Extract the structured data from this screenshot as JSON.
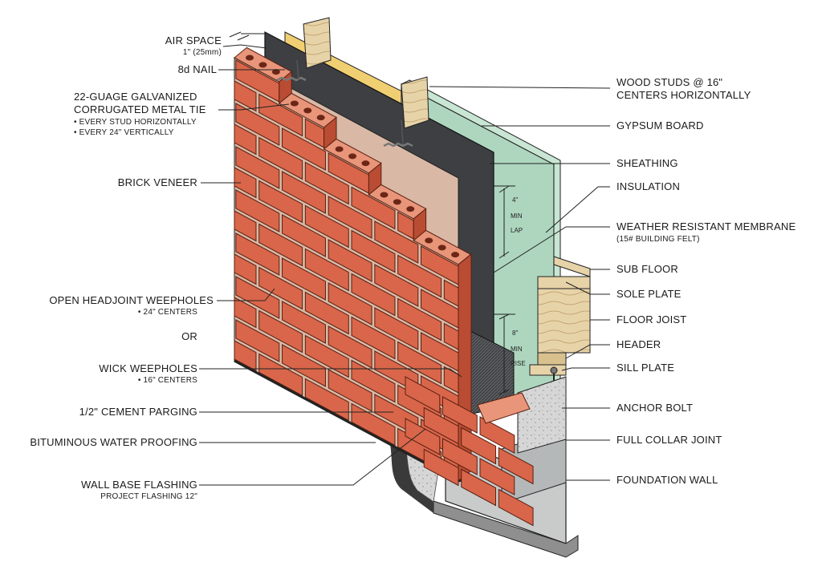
{
  "colors": {
    "brick": "#d9664a",
    "brick_top": "#e8957a",
    "brick_side": "#b94c33",
    "mortar": "#d9b9a6",
    "membrane": "#3d3f42",
    "sheathing": "#aed6bf",
    "insulation": "#f0cf73",
    "wood": "#e7d3a8",
    "concrete": "#c9cbcb",
    "parging": "#d6d6d6",
    "waterproofing": "#3a3a3a"
  },
  "labels_left": {
    "air_space": "AIR SPACE",
    "air_space_dim": "1\" (25mm)",
    "nail": "8d NAIL",
    "tie_1": "22-GUAGE GALVANIZED",
    "tie_2": "CORRUGATED METAL TIE",
    "tie_note_1": "• EVERY STUD HORIZONTALLY",
    "tie_note_2": "• EVERY 24\" VERTICALLY",
    "brick_veneer": "BRICK VENEER",
    "open_weepholes": "OPEN HEADJOINT WEEPHOLES",
    "open_weepholes_note": "• 24\" CENTERS",
    "or": "OR",
    "wick_weepholes": "WICK WEEPHOLES",
    "wick_weepholes_note": "• 16\" CENTERS",
    "cement_parging": "1/2\" CEMENT PARGING",
    "bituminous": "BITUMINOUS WATER PROOFING",
    "flashing": "WALL BASE FLASHING",
    "flashing_note": "PROJECT FLASHING 12\""
  },
  "labels_right": {
    "studs_1": "WOOD STUDS @ 16\"",
    "studs_2": "CENTERS HORIZONTALLY",
    "gypsum": "GYPSUM BOARD",
    "sheathing": "SHEATHING",
    "insulation": "INSULATION",
    "membrane": "WEATHER RESISTANT MEMBRANE",
    "membrane_note": "(15# BUILDING FELT)",
    "sub_floor": "SUB FLOOR",
    "sole_plate": "SOLE PLATE",
    "floor_joist": "FLOOR JOIST",
    "header": "HEADER",
    "sill_plate": "SILL PLATE",
    "anchor_bolt": "ANCHOR BOLT",
    "collar_joint": "FULL COLLAR JOINT",
    "foundation": "FOUNDATION WALL"
  },
  "dimensions": {
    "lap_1": "4\"",
    "lap_2": "MIN",
    "lap_3": "LAP",
    "rise_1": "8\"",
    "rise_2": "MIN",
    "rise_3": "RISE"
  }
}
